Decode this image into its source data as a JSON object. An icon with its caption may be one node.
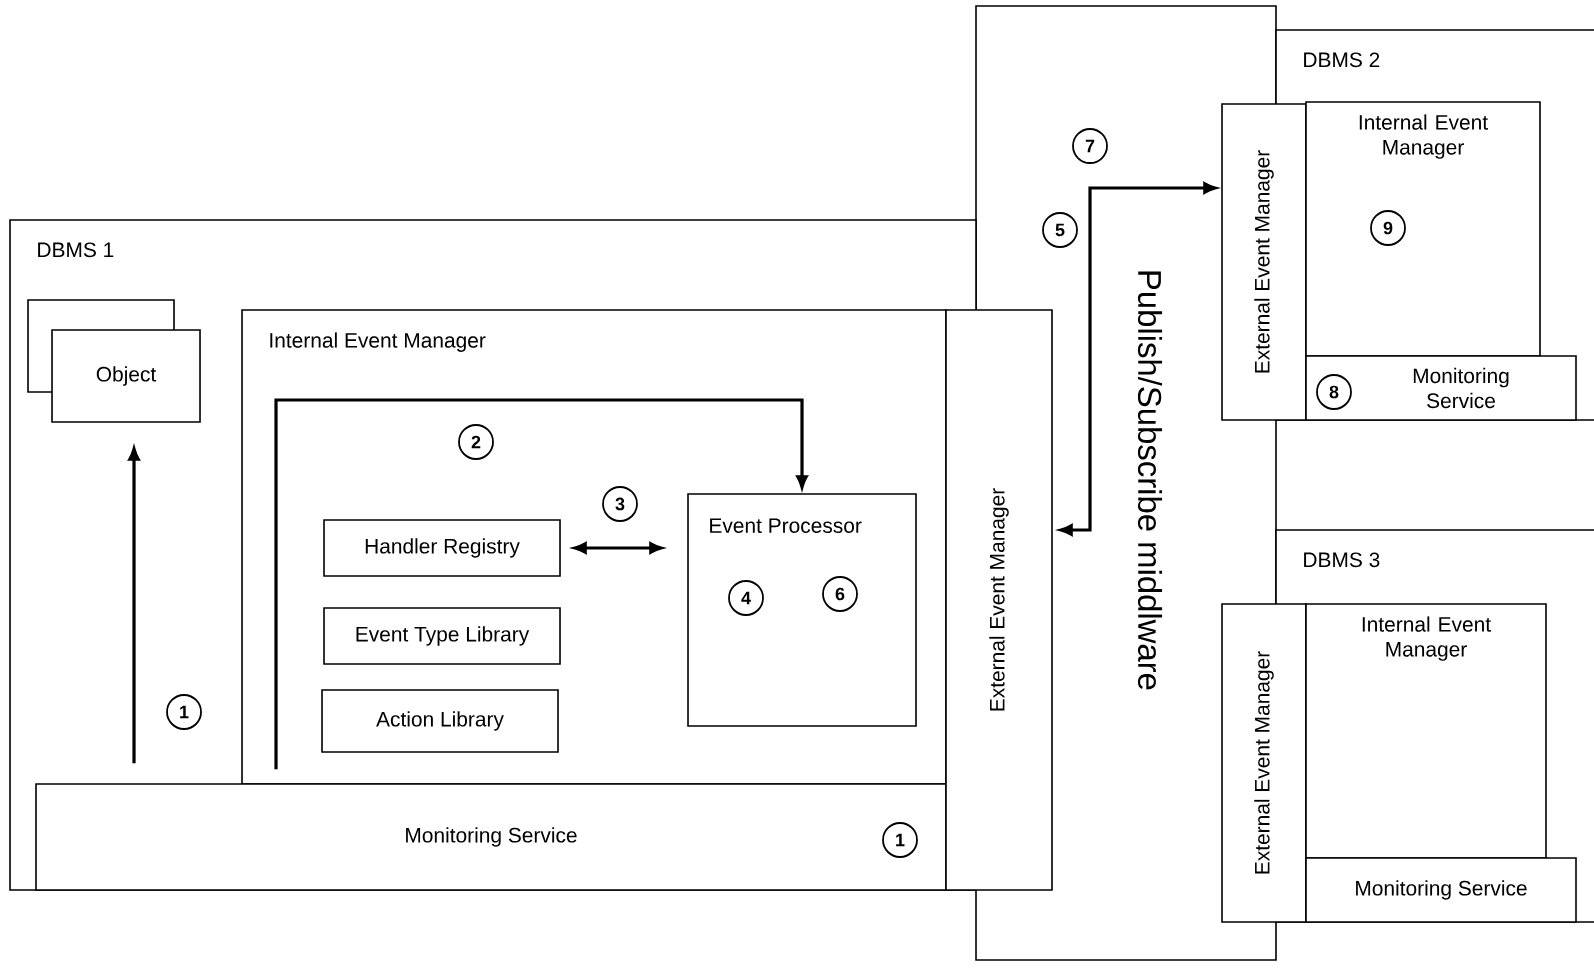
{
  "diagram": {
    "nodes": [
      {
        "text": [
          "DBMS 1"
        ]
      },
      {
        "text": [
          "Object"
        ],
        "in": 0
      },
      {
        "text": [
          "1"
        ],
        "in": 0
      },
      {
        "text": [
          "Internal Event Manager"
        ],
        "in": 0
      },
      {
        "text": [
          "2"
        ],
        "in": 3
      },
      {
        "text": [
          "3"
        ],
        "in": 3
      },
      {
        "text": [
          "Handler Registry"
        ],
        "in": 3
      },
      {
        "text": [
          "Event Type Library"
        ],
        "in": 3
      },
      {
        "text": [
          "Action Library"
        ],
        "in": 3
      },
      {
        "text": [
          "Event Processor"
        ],
        "in": 3
      },
      {
        "text": [
          "4"
        ],
        "in": 9
      },
      {
        "text": [
          "6"
        ],
        "in": 9
      },
      {
        "text": [
          "Monitoring Service"
        ],
        "in": 0
      },
      {
        "text": [
          "1"
        ],
        "in": 12
      },
      {
        "text": [
          "External Event Manager"
        ]
      },
      {
        "text": [
          "Publish/Subscribe middlware"
        ]
      },
      {
        "text": [
          "7"
        ],
        "in": 15
      },
      {
        "text": [
          "5"
        ],
        "in": 15
      },
      {
        "text": [
          "DBMS 2"
        ]
      },
      {
        "text": [
          "External Event Manager"
        ]
      },
      {
        "text": [
          "Internal Event Manager"
        ],
        "in": 18
      },
      {
        "text": [
          "9"
        ],
        "in": 20
      },
      {
        "text": [
          "Monitoring Service"
        ],
        "in": 18
      },
      {
        "text": [
          "8"
        ],
        "in": 22
      },
      {
        "text": [
          "DBMS 3"
        ]
      },
      {
        "text": [
          "External Event Manager"
        ]
      },
      {
        "text": [
          "Internal Event Manager"
        ],
        "in": 24
      },
      {
        "text": [
          "Monitoring Service"
        ],
        "in": 24
      }
    ],
    "edges": [
      {
        "from": 12,
        "to": 1,
        "arrow": "to"
      },
      {
        "from": 12,
        "to": 9,
        "arrow": "to"
      },
      {
        "from": 6,
        "to": 9,
        "arrow": "both"
      },
      {
        "from": 14,
        "to": 19,
        "arrow": "both"
      }
    ]
  }
}
